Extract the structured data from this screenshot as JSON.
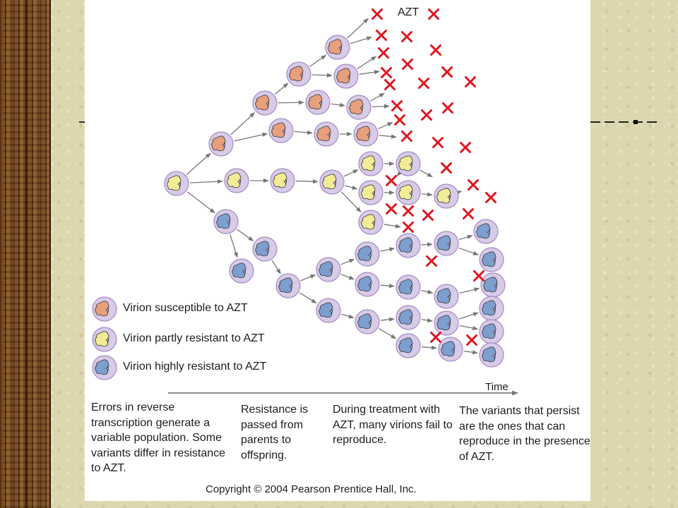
{
  "diagram": {
    "azt_label": "AZT",
    "time_label": "Time",
    "legend": [
      {
        "label": "Virion susceptible to AZT",
        "type": "susceptible"
      },
      {
        "label": "Virion partly resistant to AZT",
        "type": "partly-resistant"
      },
      {
        "label": "Virion highly resistant to AZT",
        "type": "highly-resistant"
      }
    ],
    "captions": [
      "Errors in reverse transcription generate a variable population. Some variants differ in resistance to AZT.",
      "Resistance is passed from parents to offspring.",
      "During treatment with AZT, many virions fail to reproduce.",
      "The variants that persist are the ones that can reproduce in the presence of AZT."
    ],
    "copyright": "Copyright © 2004 Pearson Prentice Hall, Inc."
  },
  "colors": {
    "capsid_fill": "#d7cbe8",
    "capsid_stroke": "#a58bc4",
    "susceptible": "#e8a07c",
    "partly_resistant": "#f2ec96",
    "highly_resistant": "#7d9fd0",
    "cross": "#e0141e",
    "arrow": "#777777",
    "background": "#ddd7b0",
    "panel": "#ffffff"
  }
}
